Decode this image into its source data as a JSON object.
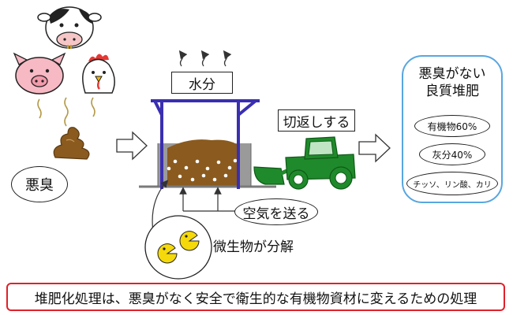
{
  "labels": {
    "odor": "悪臭",
    "moisture": "水分",
    "turning": "切返しする",
    "air": "空気を送る",
    "microbes": "微生物が分解"
  },
  "result": {
    "title_line1": "悪臭がない",
    "title_line2": "良質堆肥",
    "items": [
      "有機物60%",
      "灰分40%",
      "チッソ、リン酸、カリ"
    ]
  },
  "caption": "堆肥化処理は、悪臭がなく安全で衛生的な有機物資材に変えるための処理",
  "icons": [
    "cow-icon",
    "pig-icon",
    "chicken-icon",
    "manure-icon",
    "compost-pile-icon",
    "loader-tractor-icon",
    "microbe-icon"
  ],
  "colors": {
    "frame": "#3a2fb0",
    "compost": "#8a5a1f",
    "tractor": "#1f8a2b",
    "panel_border": "#58a6e0",
    "caption_border": "#e0202a"
  }
}
